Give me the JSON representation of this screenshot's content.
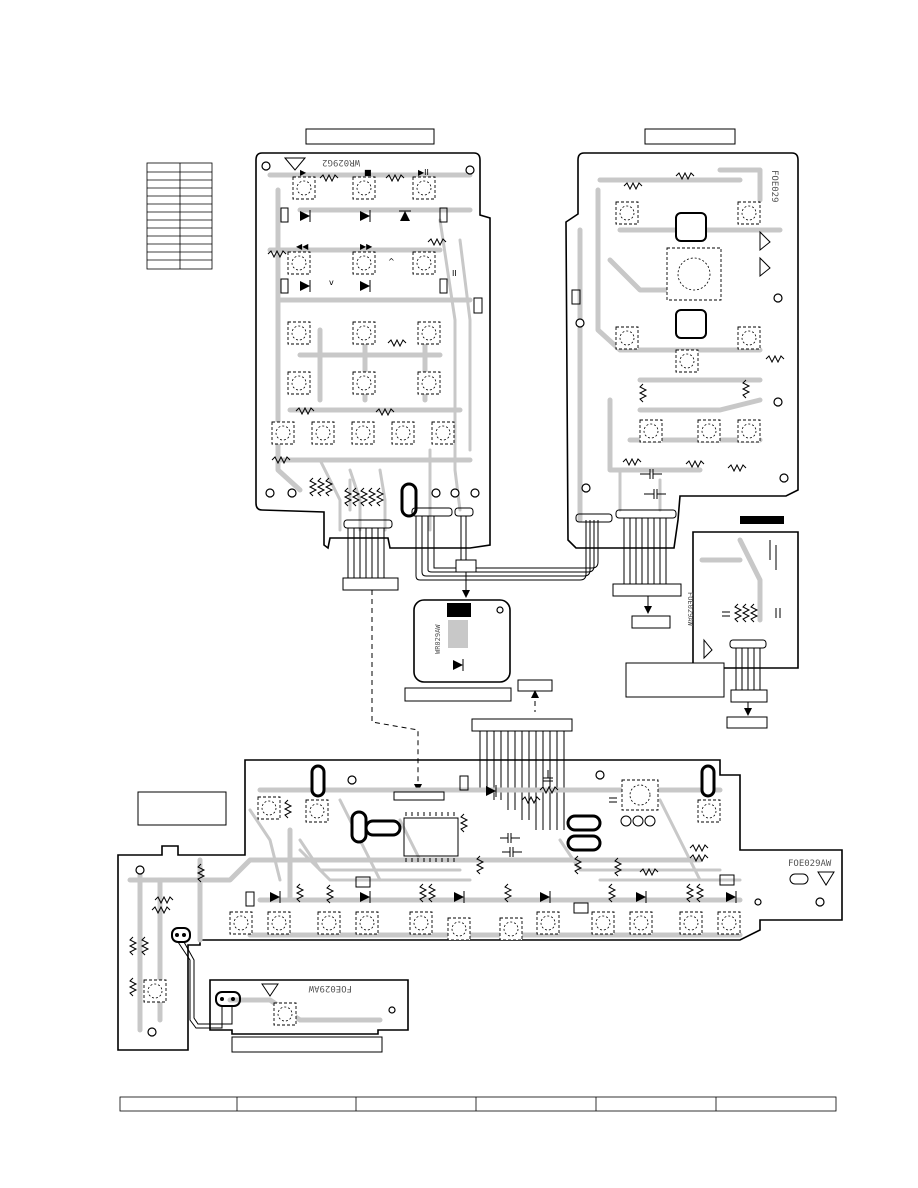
{
  "silkscreen": {
    "left_panel_code": "WR029G2",
    "right_panel_code": "FOE029",
    "main_board_code": "FOE029AW",
    "sub_board_code": "FOE029AW",
    "small_board_code": "WR029AW"
  },
  "key_symbols": {
    "play": "▶",
    "stop": "■",
    "play_pause": "▶II",
    "rewind": "◀◀",
    "fast_forward": "▶▶",
    "pause": "II",
    "up": "^",
    "down": "v"
  },
  "colors": {
    "trace": "#c8c8c8",
    "line": "#000000",
    "background": "#ffffff"
  }
}
